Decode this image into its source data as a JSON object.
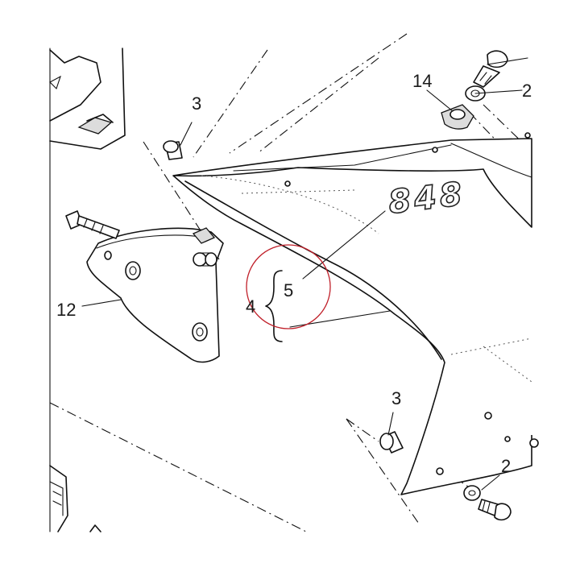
{
  "diagram": {
    "part_callouts": {
      "bolt_upper_right": "2",
      "spacer_upper": "3",
      "decal_group": "4",
      "decal_848": "5",
      "bracket": "12",
      "clip": "14",
      "spacer_lower": "3",
      "bolt_lower_right": "2"
    },
    "decal_text": "848",
    "highlight_color": "#c0202a"
  }
}
